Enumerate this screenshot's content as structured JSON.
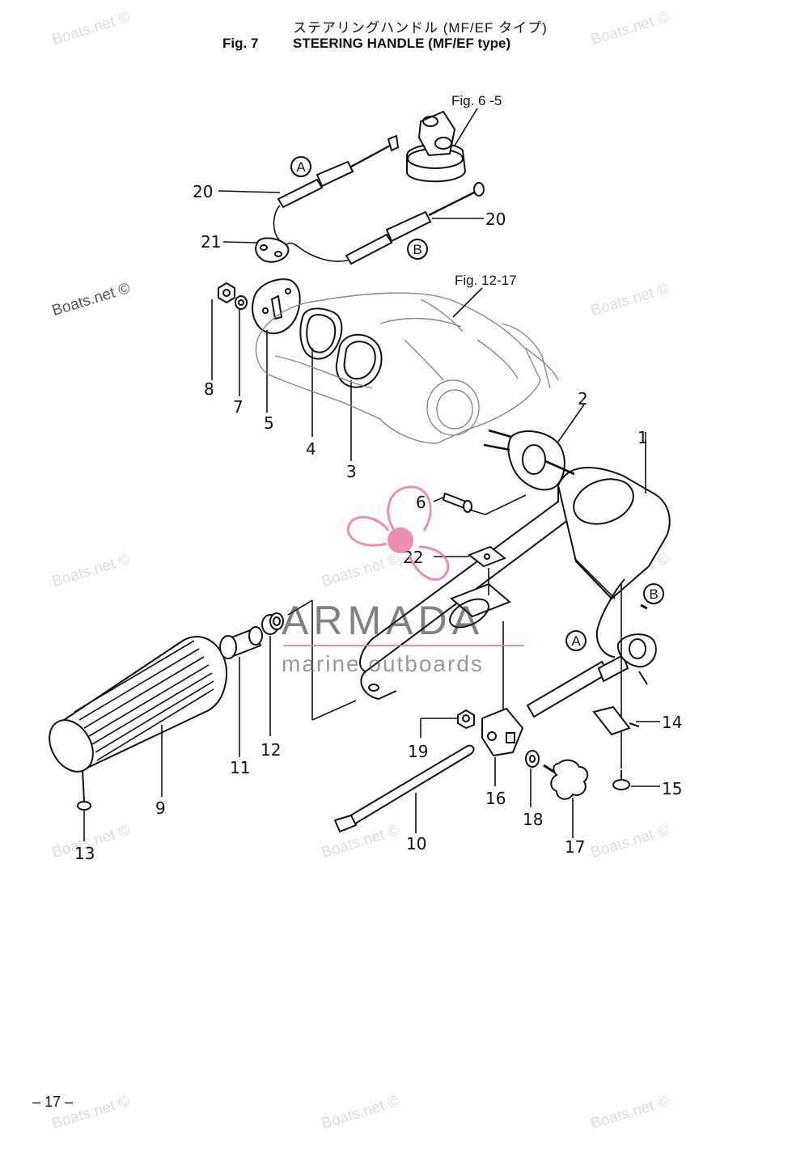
{
  "header": {
    "title_jp": "ステアリングハンドル (MF/EF タイプ)",
    "figure_number": "Fig. 7",
    "title_en": "STEERING HANDLE (MF/EF type)"
  },
  "references": {
    "fig_6_5": "Fig. 6 -5",
    "fig_12_17": "Fig. 12-17"
  },
  "callouts": {
    "circle_a": "A",
    "circle_b": "B"
  },
  "part_labels": [
    "1",
    "2",
    "3",
    "4",
    "5",
    "6",
    "7",
    "8",
    "9",
    "10",
    "11",
    "12",
    "13",
    "14",
    "15",
    "16",
    "17",
    "18",
    "19",
    "20",
    "21",
    "22"
  ],
  "watermark": {
    "text": "Boats.net ©"
  },
  "logo": {
    "name": "ARMADA",
    "tagline": "marine outboards",
    "color": "#e87aa6"
  },
  "footer": {
    "page_number": "– 17 –"
  },
  "colors": {
    "ink": "#111111",
    "watermark": "#dcdcdc",
    "logo_pink": "#e87aa6"
  }
}
